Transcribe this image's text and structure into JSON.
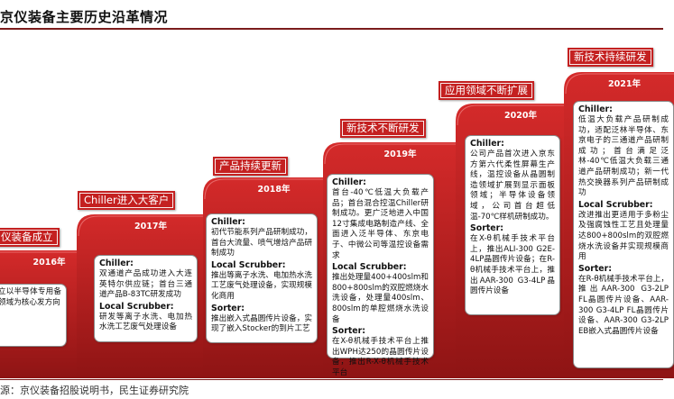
{
  "title": "京仪装备主要历史沿革情况",
  "source": "源：京仪装备招股说明书，民生证券研究院",
  "accent_color": "#c42020",
  "stages": [
    {
      "banner": "仪装备成立",
      "year": "2016年",
      "sections": [
        {
          "title": "",
          "text": "立以半导体专用备领域为核心发方向"
        }
      ]
    },
    {
      "banner": "Chiller进入大客户",
      "year": "2017年",
      "sections": [
        {
          "title": "Chiller:",
          "text": "双通道产品成功进入大连英特尔供应链；首台三通道产品B-83TC研发成功"
        },
        {
          "title": "Local Scrubber:",
          "text": "研发等离子水洗、电加热水洗工艺废气处理设备"
        }
      ]
    },
    {
      "banner": "产品持续更新",
      "year": "2018年",
      "sections": [
        {
          "title": "Chiller:",
          "text": "初代节能系列产品研制成功，首台大流量、喷气增焓产品研制成功"
        },
        {
          "title": "Local Scrubber:",
          "text": "推出等离子水洗、电加热水洗工艺废气处理设备，实现规模化商用"
        },
        {
          "title": "Sorter:",
          "text": "推出嵌入式晶圆传片设备，实现了嵌入Stocker的到片工艺"
        }
      ]
    },
    {
      "banner": "新技术不断研发",
      "year": "2019年",
      "sections": [
        {
          "title": "Chiller:",
          "text": "首台-40℃低温大负载产品；首台混合控温Chiller研制成功。更广泛地进入中国12寸集成电路制造产线、全面进入泛半导体、东京电子、中微公司等温控设备需求"
        },
        {
          "title": "Local Scrubber:",
          "text": "推出处理量400+400slm和800+800slm的双腔燃烧水洗设备，处理量400slm、800slm的单腔燃烧水洗设备"
        },
        {
          "title": "Sorter:",
          "text": "在X-θ机械手技术平台上推出WPH达250的晶圆传片设备，推出R-X-θ机械手技术平台"
        }
      ]
    },
    {
      "banner": "应用领域不断扩展",
      "year": "2020年",
      "sections": [
        {
          "title": "Chiller:",
          "text": "公司产品首次进入京东方第六代柔性屏幕生产线，温控设备从晶圆制造领域扩展到显示面板领域；半导体设备领域，公司首台超低温-70℃样机研制成功。"
        },
        {
          "title": "Sorter:",
          "text": "在X-θ机械手技术平台上，推出ALI-300 G2E-4LP晶圆传片设备；在R-θ机械手技术平台上，推出AAR-300 G3-4LP晶圆传片设备"
        }
      ]
    },
    {
      "banner": "新技术持续研发",
      "year": "2021年",
      "sections": [
        {
          "title": "Chiller:",
          "text": "低温大负载产品研制成功，适配泛林半导体、东京电子的三通道产品研制成功；首台满足泛林-40℃低温大负载三通道产品研制成功；新一代热交换器系列产品研制成功"
        },
        {
          "title": "Local Scrubber:",
          "text": "改进推出更适用于多粉尘及强腐蚀性工艺且处理量达800+800slm的双腔燃烧水洗设备并实现规模商用"
        },
        {
          "title": "Sorter:",
          "text": "在R-θ机械手技术平台上，推出AAR-300 G3-2LP FL晶圆传片设备、AAR-300 G3-4LP FL晶圆传片设备、AAR-300 G3-2LP EB嵌入式晶圆传片设备"
        }
      ]
    }
  ]
}
